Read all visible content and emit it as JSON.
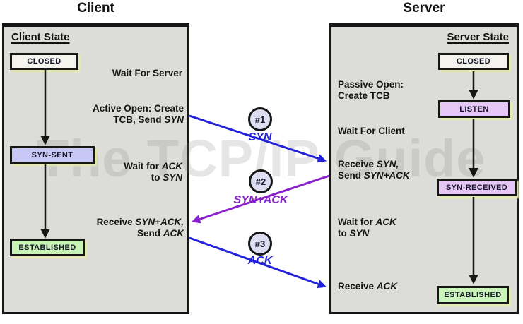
{
  "titles": {
    "client": "Client",
    "server": "Server"
  },
  "watermark": "The TCP/IP Guide",
  "colors": {
    "blue": "#2323dc",
    "purple": "#8a22cc",
    "black": "#161616",
    "panel_bg": "#dcdcd9",
    "closed_bg": "#f4f3ee",
    "syn_sent_bg": "#c8c8f6",
    "listen_bg": "#e6c6f4",
    "syn_received_bg": "#e6c6f4",
    "established_bg": "#c9f4b8",
    "circle_bg": "#dedef2"
  },
  "client": {
    "header": "Client State",
    "states": {
      "closed": "CLOSED",
      "syn_sent": "SYN-SENT",
      "established": "ESTABLISHED"
    },
    "annotations": {
      "wait_for_server": [
        [
          {
            "t": "Wait For Server"
          }
        ]
      ],
      "active_open": [
        [
          {
            "t": "Active Open: Create"
          }
        ],
        [
          {
            "t": "TCB, Send "
          },
          {
            "t": "SYN",
            "i": true
          }
        ]
      ],
      "wait_for_ack": [
        [
          {
            "t": "Wait for "
          },
          {
            "t": "ACK",
            "i": true
          }
        ],
        [
          {
            "t": "to "
          },
          {
            "t": "SYN",
            "i": true
          }
        ]
      ],
      "receive_synack": [
        [
          {
            "t": "Receive "
          },
          {
            "t": "SYN+ACK,",
            "i": true
          }
        ],
        [
          {
            "t": "Send "
          },
          {
            "t": "ACK",
            "i": true
          }
        ]
      ]
    }
  },
  "server": {
    "header": "Server State",
    "states": {
      "closed": "CLOSED",
      "listen": "LISTEN",
      "syn_received": "SYN-RECEIVED",
      "established": "ESTABLISHED"
    },
    "annotations": {
      "passive_open": [
        [
          {
            "t": "Passive Open:"
          }
        ],
        [
          {
            "t": "Create TCB"
          }
        ]
      ],
      "wait_for_client": [
        [
          {
            "t": "Wait For Client"
          }
        ]
      ],
      "receive_syn": [
        [
          {
            "t": "Receive "
          },
          {
            "t": "SYN,",
            "i": true
          }
        ],
        [
          {
            "t": "Send "
          },
          {
            "t": "SYN+ACK",
            "i": true
          }
        ]
      ],
      "wait_for_ack": [
        [
          {
            "t": "Wait for "
          },
          {
            "t": "ACK",
            "i": true
          }
        ],
        [
          {
            "t": "to "
          },
          {
            "t": "SYN",
            "i": true
          }
        ]
      ],
      "receive_ack": [
        [
          {
            "t": "Receive "
          },
          {
            "t": "ACK",
            "i": true
          }
        ]
      ]
    }
  },
  "messages": [
    {
      "num": "#1",
      "label": "SYN",
      "color": "#2323dc"
    },
    {
      "num": "#2",
      "label": "SYN+ACK",
      "color": "#8a22cc"
    },
    {
      "num": "#3",
      "label": "ACK",
      "color": "#2323dc"
    }
  ]
}
